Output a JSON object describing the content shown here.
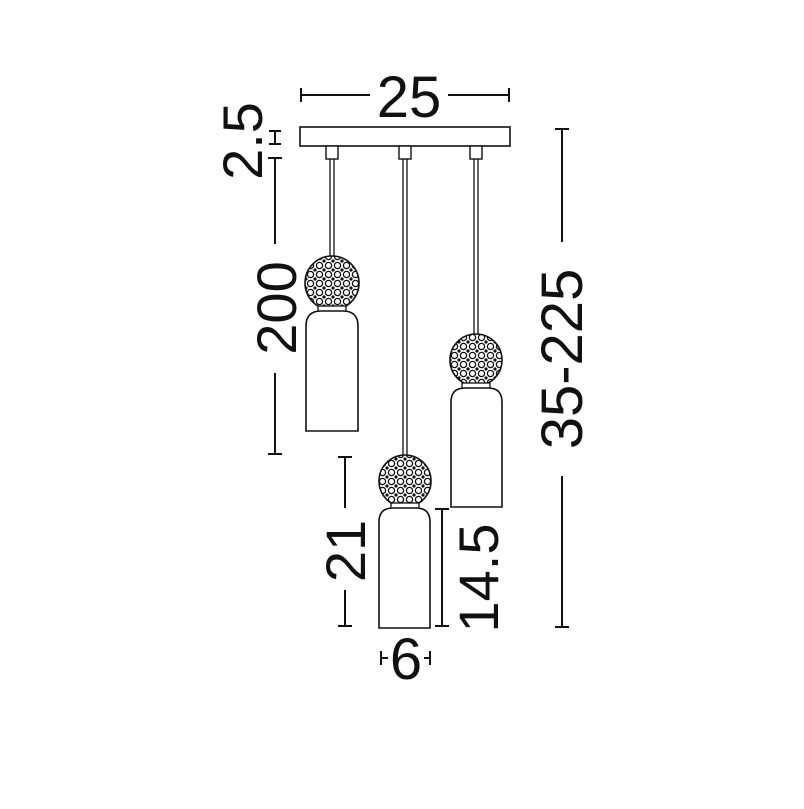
{
  "dimensions": {
    "canopy_width": "25",
    "canopy_height": "2.5",
    "cable_length": "200",
    "total_height": "35-225",
    "shade_height": "21",
    "shade_width": "6",
    "short_shade_height": "14.5"
  },
  "colors": {
    "line": "#111111",
    "background": "#ffffff"
  }
}
